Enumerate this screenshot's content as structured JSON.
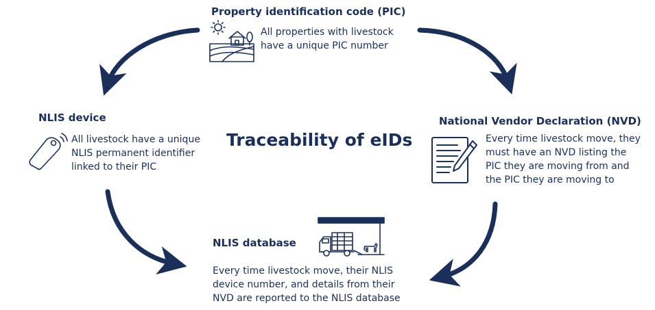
{
  "title": "Traceability of eIDs",
  "nodes": {
    "pic": {
      "heading": "Property identification code (PIC)",
      "lines": [
        "All properties with livestock",
        "have a unique PIC number"
      ],
      "icon": "farm-property-icon"
    },
    "nlis_device": {
      "heading": "NLIS device",
      "lines": [
        "All livestock have a unique",
        "NLIS permanent identifier",
        "linked to their PIC"
      ],
      "icon": "ear-tag-icon"
    },
    "nvd": {
      "heading": "National Vendor Declaration (NVD)",
      "lines": [
        "Every time livestock move, they",
        "must have an NVD listing the",
        "PIC they are moving from and",
        "the PIC they are moving to"
      ],
      "icon": "document-pen-icon"
    },
    "nlis_database": {
      "heading": "NLIS database",
      "lines": [
        "Every time livestock move, their NLIS",
        "device number, and details from their",
        "NVD are reported to the NLIS database"
      ],
      "icon": "livestock-truck-icon"
    }
  },
  "colors": {
    "navy": "#1b2f5b",
    "arrow": "#1b2f5b"
  }
}
